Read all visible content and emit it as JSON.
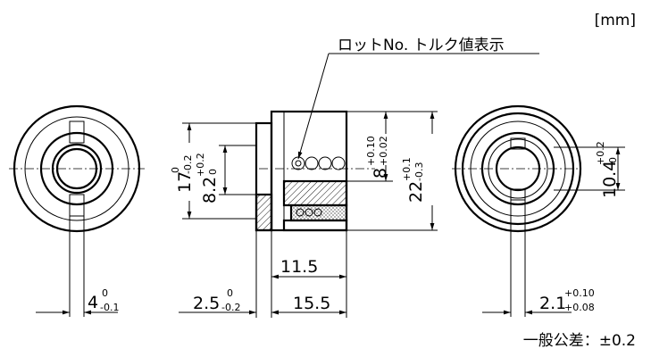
{
  "unit_label": "[mm]",
  "lot_label": "ロットNo. トルク値表示",
  "tolerance_note": "一般公差：±0.2",
  "dims": {
    "left_width": {
      "value": "4",
      "tol_upper": "0",
      "tol_lower": "-0.1"
    },
    "outer_height": {
      "value": "17",
      "tol_upper": "0",
      "tol_lower": "-0.2"
    },
    "flange_height": {
      "value": "8.2",
      "tol_upper": "+0.2",
      "tol_lower": "0"
    },
    "flange_thickness": {
      "value": "2.5",
      "tol_upper": "0",
      "tol_lower": "-0.2"
    },
    "body_length": {
      "value": "11.5"
    },
    "total_length": {
      "value": "15.5"
    },
    "bore": {
      "value": "8",
      "tol_upper": "+0.10",
      "tol_lower": "+0.02"
    },
    "body_diameter": {
      "value": "22",
      "tol_upper": "+0.1",
      "tol_lower": "-0.3"
    },
    "right_bore": {
      "value": "10.4",
      "tol_upper": "+0.2",
      "tol_lower": "0"
    },
    "right_flat": {
      "value": "2.1",
      "tol_upper": "+0.10",
      "tol_lower": "+0.08"
    }
  }
}
